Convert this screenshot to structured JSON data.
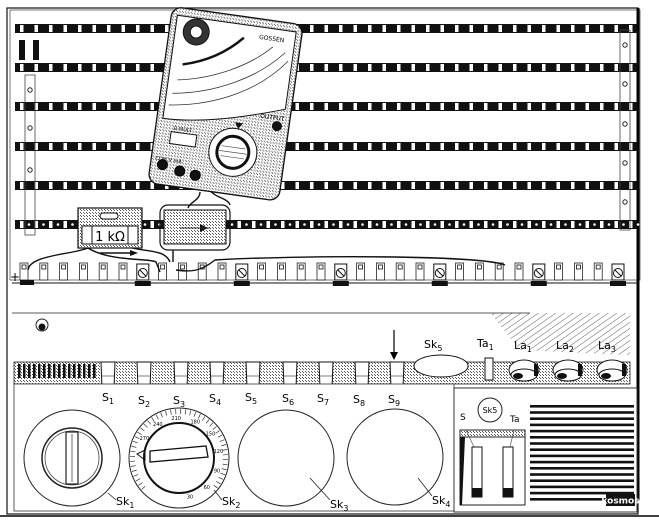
{
  "diagram": {
    "publisher_badge": "kosmos",
    "resistor_label": "1 kΩ",
    "polarity_mark": "+",
    "meter": {
      "brand": "GOSSEN",
      "output_label": "OUTPUT",
      "range_label": "Ω MULT",
      "jack_labels": "COM V mA"
    },
    "sliders": [
      {
        "name": "S",
        "sub": "1"
      },
      {
        "name": "S",
        "sub": "2"
      },
      {
        "name": "S",
        "sub": "3"
      },
      {
        "name": "S",
        "sub": "4"
      },
      {
        "name": "S",
        "sub": "5"
      },
      {
        "name": "S",
        "sub": "6"
      },
      {
        "name": "S",
        "sub": "7"
      },
      {
        "name": "S",
        "sub": "8"
      },
      {
        "name": "S",
        "sub": "9"
      }
    ],
    "knobs": [
      {
        "name": "Sk",
        "sub": "1"
      },
      {
        "name": "Sk",
        "sub": "2"
      },
      {
        "name": "Sk",
        "sub": "3"
      },
      {
        "name": "Sk",
        "sub": "4"
      }
    ],
    "sk5_label": {
      "name": "Sk",
      "sub": "5"
    },
    "ta1_label": {
      "name": "Ta",
      "sub": "1"
    },
    "lamps": [
      {
        "name": "La",
        "sub": "1"
      },
      {
        "name": "La",
        "sub": "2"
      },
      {
        "name": "La",
        "sub": "3"
      }
    ],
    "inset": {
      "switch_label": "S",
      "button_label": "Ta",
      "socket_label": "Sk5"
    },
    "dial_scale": [
      "270",
      "240",
      "210",
      "180",
      "150",
      "120",
      "90",
      "60",
      "30"
    ]
  }
}
